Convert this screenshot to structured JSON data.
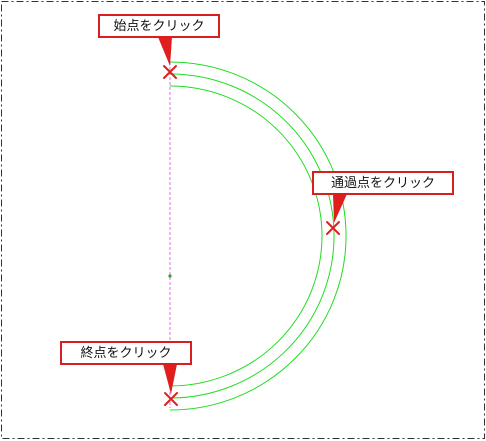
{
  "callouts": {
    "start": "始点をクリック",
    "through": "通過点をクリック",
    "end": "終点をクリック"
  },
  "colors": {
    "arc": "#22dd22",
    "guide": "#e070e0",
    "marker": "#e02020",
    "callout_border": "#d81e1e",
    "frame": "#333333"
  }
}
